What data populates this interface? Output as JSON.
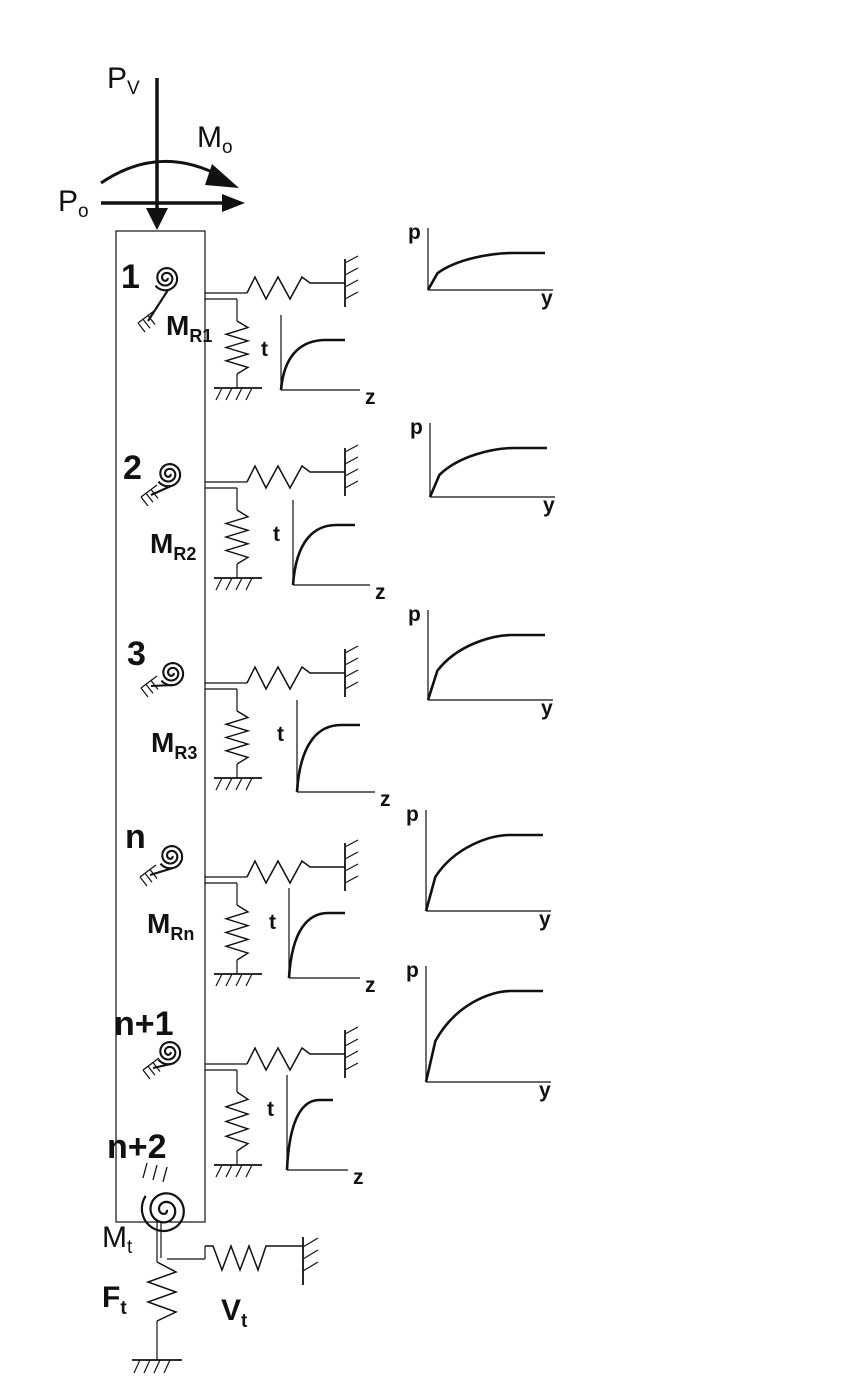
{
  "loads": {
    "vertical": {
      "main": "P",
      "sub": "V"
    },
    "moment": {
      "main": "M",
      "sub": "o"
    },
    "lateral": {
      "main": "P",
      "sub": "o"
    }
  },
  "nodes": [
    {
      "number": "1",
      "moment": {
        "main": "M",
        "sub": "R1"
      }
    },
    {
      "number": "2",
      "moment": {
        "main": "M",
        "sub": "R2"
      }
    },
    {
      "number": "3",
      "moment": {
        "main": "M",
        "sub": "R3"
      }
    },
    {
      "number": "n",
      "moment": {
        "main": "M",
        "sub": "Rn"
      }
    },
    {
      "number": "n+1",
      "moment": {
        "main": "",
        "sub": ""
      }
    }
  ],
  "tip": {
    "number": "n+2",
    "moment": {
      "main": "M",
      "sub": "t"
    },
    "axial": {
      "main": "F",
      "sub": "t"
    },
    "shear": {
      "main": "V",
      "sub": "t"
    }
  },
  "curves": {
    "py": {
      "ylabel": "p",
      "xlabel": "y"
    },
    "tz": {
      "ylabel": "t",
      "xlabel": "z"
    }
  },
  "colors": {
    "line": "#111111",
    "background": "#ffffff"
  }
}
